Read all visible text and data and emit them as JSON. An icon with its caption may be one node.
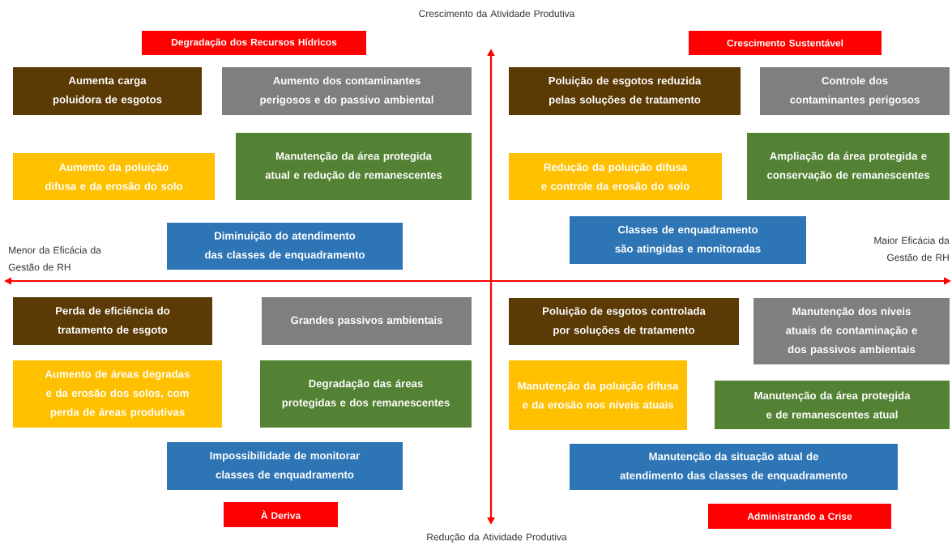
{
  "diagram": {
    "nodes": [
      {
        "text": [
          "Degradação dos Recursos Hídricos"
        ]
      },
      {
        "text": [
          "Crescimento Sustentável"
        ]
      },
      {
        "text": [
          "Aumenta carga poluidora de esgotos"
        ]
      },
      {
        "text": [
          "Aumento dos contaminantes perigosos e do passivo ambiental"
        ]
      },
      {
        "text": [
          "Poluição de esgotos reduzida pelas soluções de tratamento"
        ]
      },
      {
        "text": [
          "Controle dos contaminantes perigosos"
        ]
      },
      {
        "text": [
          "Manutenção da área protegida atual e redução de remanescentes"
        ]
      },
      {
        "text": [
          "Ampliação da área protegida e conservação de remanescentes"
        ]
      },
      {
        "text": [
          "Aumento da poluição difusa e da erosão do solo"
        ]
      },
      {
        "text": [
          "Redução da poluição difusa e controle da erosão do solo"
        ]
      },
      {
        "text": [
          "Classes de enquadramento são atingidas e monitoradas"
        ]
      },
      {
        "text": [
          "Diminuição do atendimento das classes de enquadramento"
        ]
      },
      {
        "text": [
          "Perda de eficiência do tratamento de esgoto"
        ]
      },
      {
        "text": [
          "Grandes passivos ambientais"
        ]
      },
      {
        "text": [
          "Poluição de esgotos controlada por soluções de tratamento"
        ]
      },
      {
        "text": [
          "Manutenção dos níveis atuais de contaminação e dos passivos ambientais"
        ]
      },
      {
        "text": [
          "Aumento de áreas degradas e da erosão dos solos, com perda de áreas produtivas"
        ]
      },
      {
        "text": [
          "Degradação das áreas protegidas e dos remanescentes"
        ]
      },
      {
        "text": [
          "Manutenção da poluição difusa e da erosão nos níveis atuais"
        ]
      },
      {
        "text": [
          "Manutenção da área protegida e de remanescentes atual"
        ]
      },
      {
        "text": [
          "Impossibilidade de monitorar classes de enquadramento"
        ]
      },
      {
        "text": [
          "Manutenção da situação atual de atendimento das classes de enquadramento"
        ]
      },
      {
        "text": [
          "À Deriva"
        ]
      },
      {
        "text": [
          "Administrando a Crise"
        ]
      }
    ],
    "labels": [
      "Crescimento da Atividade Produtiva",
      "Menor da Eficácia da Gestão de RH",
      "Maior Eficácia da Gestão de RH",
      "Redução da Atividade Produtiva"
    ]
  }
}
